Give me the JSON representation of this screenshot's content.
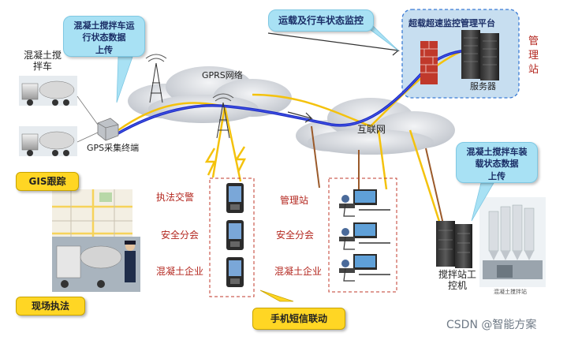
{
  "labels": {
    "cement_truck": "混凝土搅\n拌车",
    "gps_terminal": "GPS采集终端",
    "gprs": "GPRS网络",
    "internet": "互联网",
    "server": "服务器",
    "platform": "超载超速监控管理平台",
    "mgmt_station_side": "管\n理\n站",
    "mixing_station": "搅拌站工\n控机",
    "plant_caption": "混凝土搅拌站",
    "watermark": "CSDN @智能方案"
  },
  "bubbles": {
    "vehicle_status": "混凝土搅拌车运\n行状态数据\n上传",
    "transport_monitor": "运载及行车状态监控",
    "load_status": "混凝土搅拌车装\n载状态数据\n上传"
  },
  "tags": {
    "gis": "GIS跟踪",
    "onsite": "现场执法",
    "sms": "手机短信联动"
  },
  "mobile_list": [
    "执法交警",
    "安全分会",
    "混凝土企业"
  ],
  "pc_list": [
    "管理站",
    "安全分会",
    "混凝土企业"
  ],
  "colors": {
    "blue_link": "#1c2bc2",
    "yellow_link": "#f4c20d",
    "brown_link": "#9b5a2a",
    "cloud": "#c9cdd4",
    "bubble": "#a8e1f4",
    "tag": "#ffd624",
    "accent_red": "#b3261e"
  }
}
